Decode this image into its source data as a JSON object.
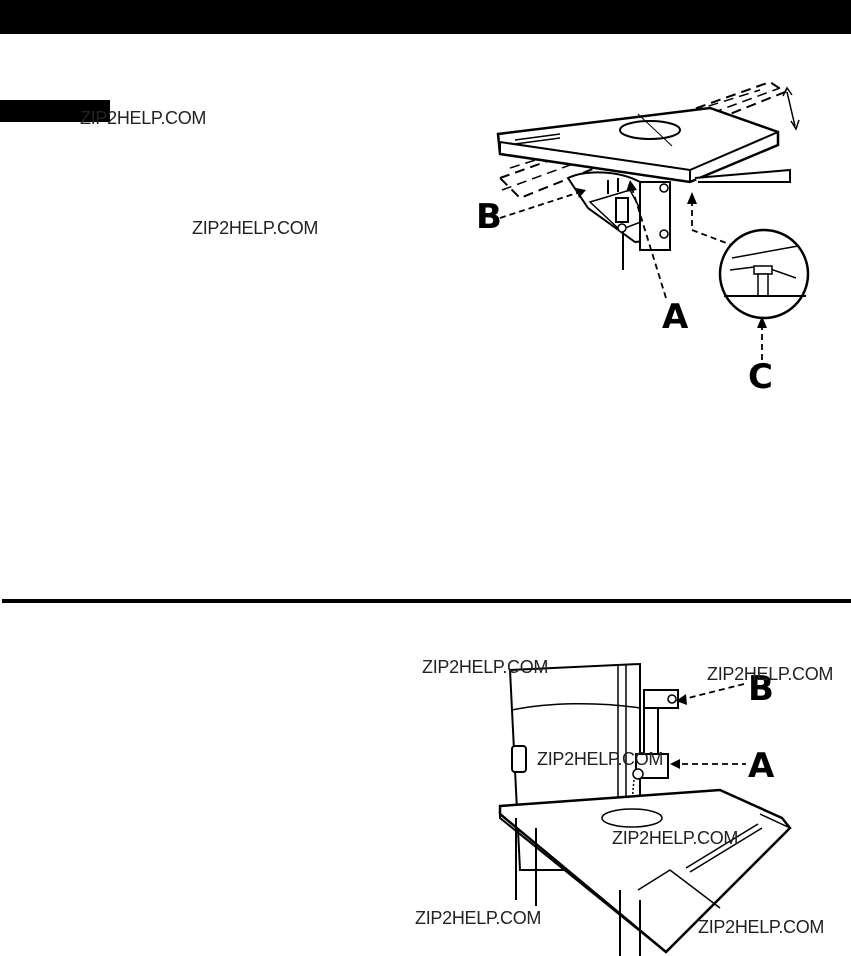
{
  "watermarks": {
    "top_1": "ZIP2HELP.COM",
    "top_2": "ZIP2HELP.COM",
    "bottom_1": "ZIP2HELP.COM",
    "bottom_2": "ZIP2HELP.COM",
    "bottom_3": "ZIP2HELP.COM",
    "bottom_4": "ZIP2HELP.COM",
    "bottom_5": "ZIP2HELP.COM",
    "bottom_6": "ZIP2HELP.COM"
  },
  "figure_table_tilt": {
    "callouts": {
      "a": "A",
      "b": "B",
      "c": "C"
    }
  },
  "figure_blade_guide": {
    "callouts": {
      "a": "A",
      "b": "B"
    }
  }
}
